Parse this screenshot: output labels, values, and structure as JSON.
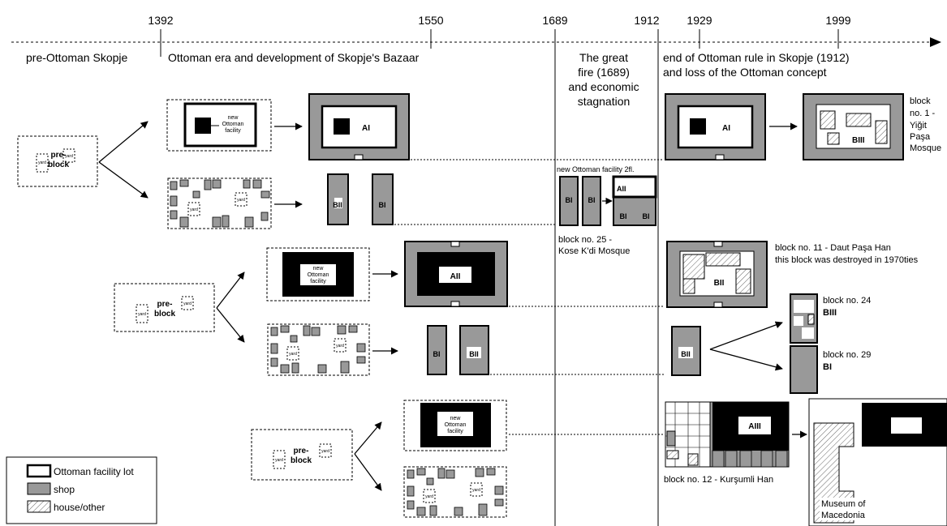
{
  "timeline": {
    "years": [
      "1392",
      "1550",
      "1689",
      "1912",
      "1929",
      "1999"
    ]
  },
  "eras": {
    "pre_ottoman": "pre-Ottoman Skopje",
    "ottoman": "Ottoman era and development of Skopje's Bazaar",
    "fire": [
      "The great",
      "fire (1689)",
      "and economic",
      "stagnation"
    ],
    "end": [
      "end of Ottoman rule in Skopje (1912)",
      "and loss of the Ottoman concept"
    ]
  },
  "labels": {
    "pre_block": [
      "pre-",
      "block"
    ],
    "yard": "yard",
    "new_facility": [
      "new",
      "Ottoman",
      "facility"
    ],
    "new_facility_2fl": "new Ottoman facility 2fl.",
    "AI": "AI",
    "AII": "AII",
    "AIII": "AIII",
    "BI": "BI",
    "BII": "BII",
    "BIII": "BIII"
  },
  "blocks": {
    "b1": [
      "block",
      "no. 1 -",
      "Yiğit",
      "Paşa",
      "Mosque"
    ],
    "b25": [
      "block no. 25 -",
      "Kose K'di Mosque"
    ],
    "b11": [
      "block no. 11 - Daut Paşa Han",
      "this block was destroyed in 1970ties"
    ],
    "b24": "block no. 24",
    "b29": "block no. 29",
    "b12": "block no. 12 - Kurşumli Han",
    "museum": [
      "Museum of",
      "Macedonia"
    ]
  },
  "legend": {
    "items": [
      "Ottoman facility lot",
      "shop",
      "house/other"
    ]
  },
  "colors": {
    "shop": "#999999",
    "facility": "#000000",
    "line": "#000000"
  }
}
